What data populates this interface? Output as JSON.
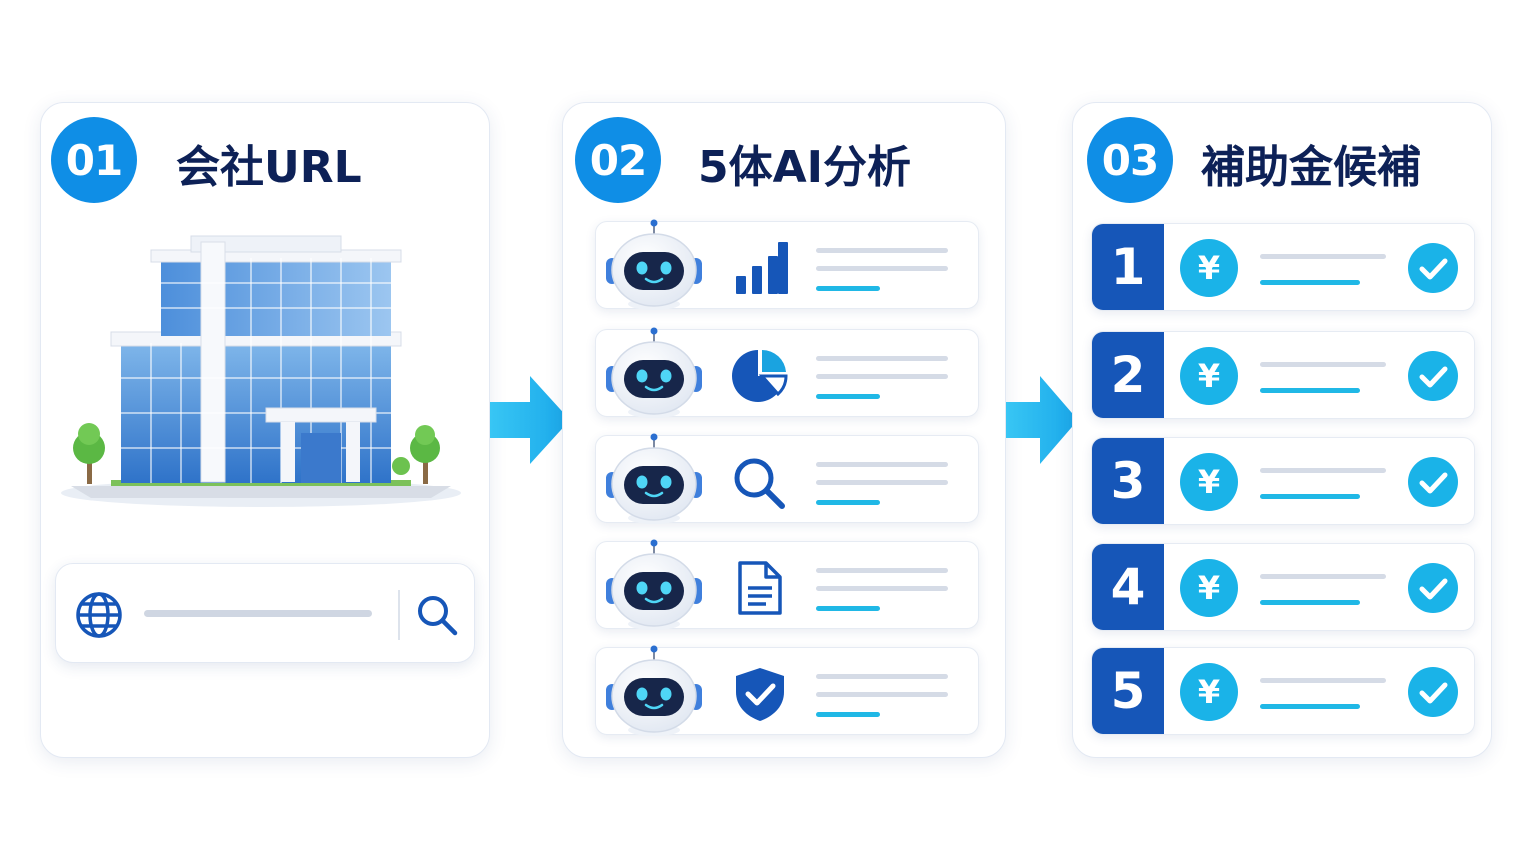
{
  "steps": [
    {
      "number": "01",
      "title": "会社URL"
    },
    {
      "number": "02",
      "title": "5体AI分析"
    },
    {
      "number": "03",
      "title": "補助金候補"
    }
  ],
  "agents": [
    {
      "tool_icon": "bar-chart-icon"
    },
    {
      "tool_icon": "pie-chart-icon"
    },
    {
      "tool_icon": "magnifier-icon"
    },
    {
      "tool_icon": "document-icon"
    },
    {
      "tool_icon": "shield-check-icon"
    }
  ],
  "candidates": [
    {
      "rank": "1",
      "currency_symbol": "¥"
    },
    {
      "rank": "2",
      "currency_symbol": "¥"
    },
    {
      "rank": "3",
      "currency_symbol": "¥"
    },
    {
      "rank": "4",
      "currency_symbol": "¥"
    },
    {
      "rank": "5",
      "currency_symbol": "¥"
    }
  ],
  "colors": {
    "primary_blue": "#0f8ee6",
    "rank_blue": "#1656b8",
    "accent_cyan": "#1ab3e8",
    "title_navy": "#0d2157"
  }
}
